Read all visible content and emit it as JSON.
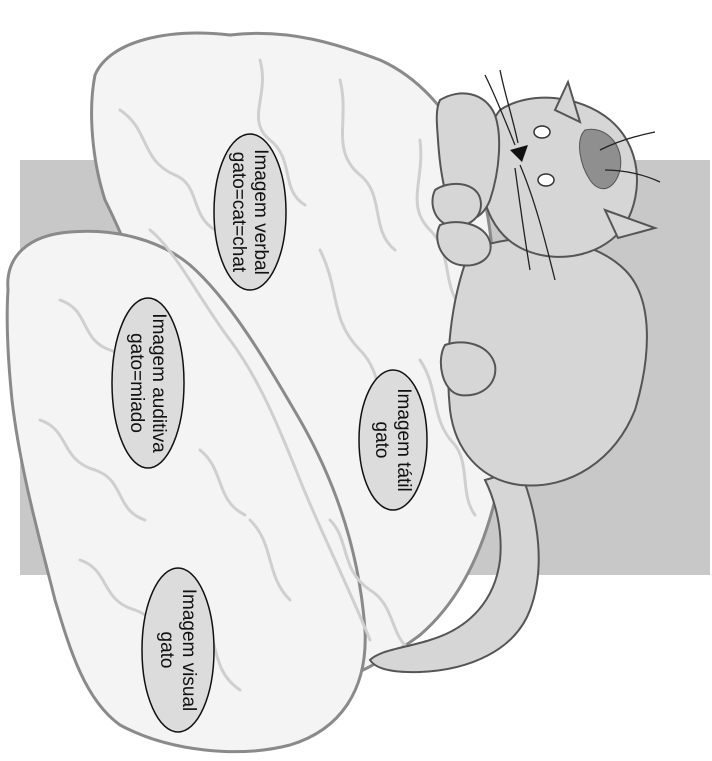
{
  "colors": {
    "background": "#ffffff",
    "panel": "#c8c8c8",
    "brain_fill": "#f4f4f4",
    "brain_outline": "#8a8a8a",
    "sulci": "#cfcfcf",
    "cat_fill": "#d6d6d6",
    "cat_outline": "#555555",
    "ellipse_fill": "#dcdcdc",
    "ellipse_stroke": "#111111"
  },
  "labels": {
    "verbal": {
      "line1": "Imagem verbal",
      "line2": "gato=cat=chat"
    },
    "auditiva": {
      "line1": "Imagem auditiva",
      "line2": "gato=miado"
    },
    "tatil": {
      "line1": "Imagem tátil",
      "line2": "gato"
    },
    "visual": {
      "line1": "Imagem visual",
      "line2": "gato"
    }
  }
}
